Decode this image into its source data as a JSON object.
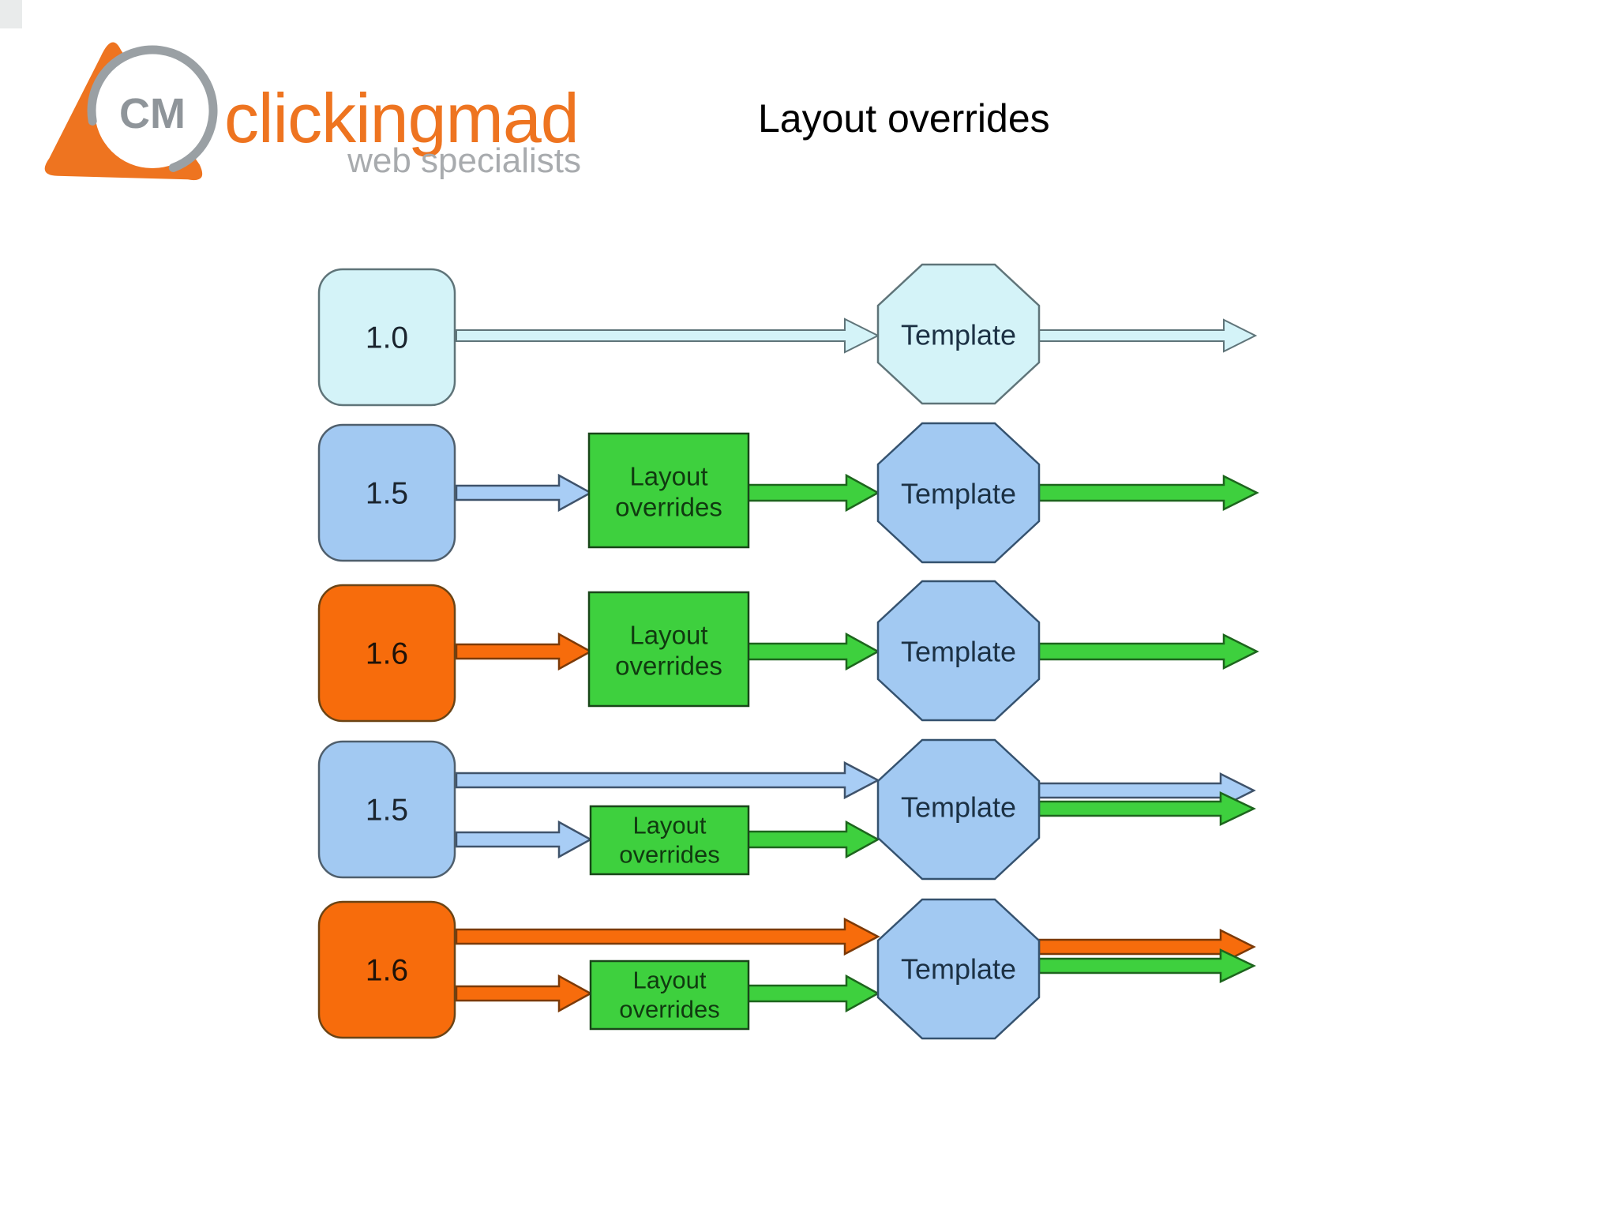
{
  "title": "Layout overrides",
  "logo": {
    "monogram": "CM",
    "brand": "clickingmad",
    "tagline": "web specialists"
  },
  "colors": {
    "cyan": "#d4f3f8",
    "blue": "#a2c9f2",
    "orange": "#f76c0c",
    "green": "#3ed03e",
    "logo_orange": "#ee7420",
    "logo_gray": "#9aa0a4",
    "title_text": "#000000"
  },
  "diagram": {
    "rows": [
      {
        "source": "1.0",
        "source_color": "cyan",
        "target": "Template"
      },
      {
        "source": "1.5",
        "source_color": "blue",
        "via_line1": "Layout",
        "via_line2": "overrides",
        "target": "Template"
      },
      {
        "source": "1.6",
        "source_color": "orange",
        "via_line1": "Layout",
        "via_line2": "overrides",
        "target": "Template"
      },
      {
        "source": "1.5",
        "source_color": "blue",
        "via_line1": "Layout",
        "via_line2": "overrides",
        "target": "Template"
      },
      {
        "source": "1.6",
        "source_color": "orange",
        "via_line1": "Layout",
        "via_line2": "overrides",
        "target": "Template"
      }
    ]
  }
}
